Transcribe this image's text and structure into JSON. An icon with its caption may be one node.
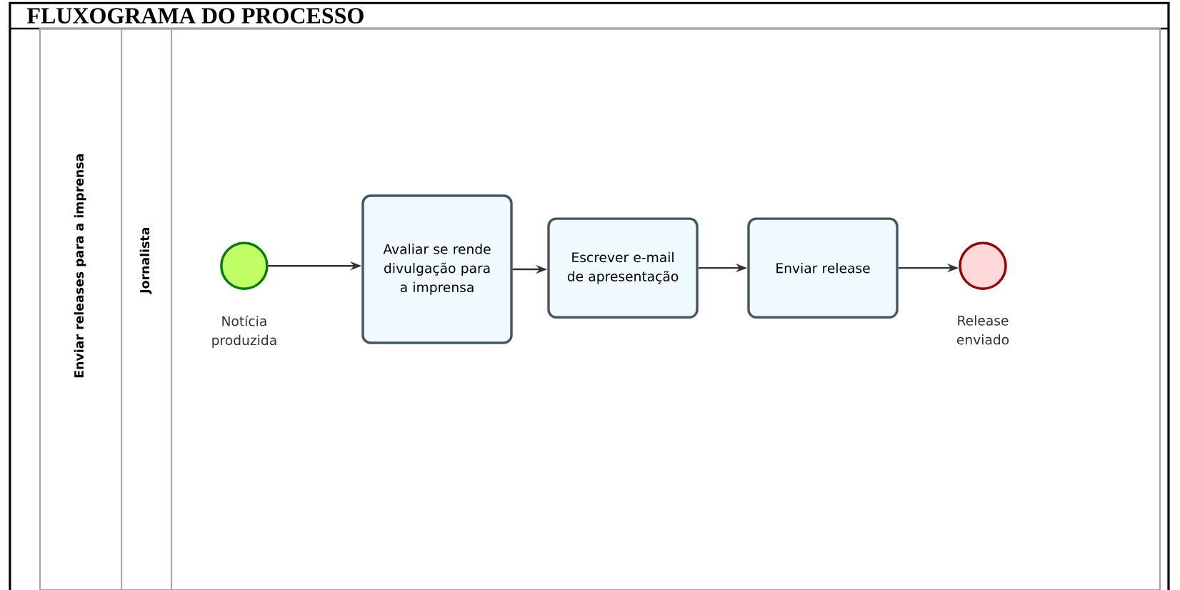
{
  "diagram": {
    "title": "FLUXOGRAMA DO PROCESSO",
    "nodes": [
      {
        "text": [
          "Enviar releases para a imprensa"
        ]
      },
      {
        "text": [
          "Jornalista"
        ],
        "in": 0
      },
      {
        "text": [],
        "shape": "circle",
        "beside": [
          "Notícia produzida"
        ],
        "in": 1
      },
      {
        "text": [
          "Avaliar se rende divulgação para a imprensa"
        ],
        "in": 1
      },
      {
        "text": [
          "Escrever e-mail de apresentação"
        ],
        "in": 1
      },
      {
        "text": [
          "Enviar release"
        ],
        "in": 1
      },
      {
        "text": [],
        "shape": "circle",
        "beside": [
          "Release enviado"
        ],
        "in": 1
      }
    ],
    "edges": [
      {
        "from": 2,
        "to": 3,
        "arrow": "to"
      },
      {
        "from": 3,
        "to": 4,
        "arrow": "to"
      },
      {
        "from": 4,
        "to": 5,
        "arrow": "to"
      },
      {
        "from": 5,
        "to": 6,
        "arrow": "to"
      }
    ]
  }
}
